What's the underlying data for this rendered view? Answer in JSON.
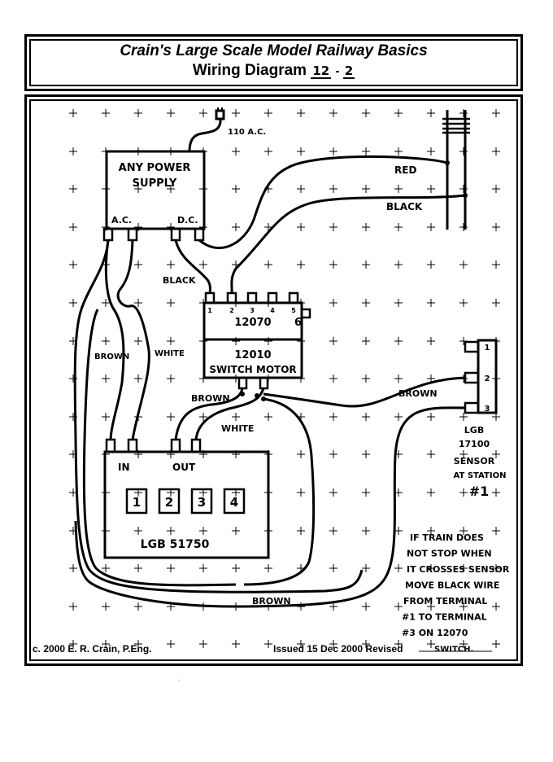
{
  "header": {
    "title": "Crain's Large Scale Model Railway Basics",
    "subtitle_prefix": "Wiring Diagram",
    "diagram_number": "12",
    "diagram_sub": "2"
  },
  "footer": {
    "copyright": "c. 2000 E. R. Crain, P.Eng.",
    "issued": "Issued 15 Dec 2000 Revised"
  },
  "components": {
    "power_supply": {
      "label_1": "ANY POWER",
      "label_2": "SUPPLY",
      "ac": "A.C.",
      "dc": "D.C."
    },
    "plug": {
      "label": "110 A.C."
    },
    "switch_block": {
      "model": "12070",
      "terminals": [
        "1",
        "2",
        "3",
        "4",
        "5"
      ],
      "side": "6"
    },
    "switch_motor": {
      "model": "12010",
      "label": "SWITCH MOTOR"
    },
    "controller": {
      "in": "IN",
      "out": "OUT",
      "buttons": [
        "1",
        "2",
        "3",
        "4"
      ],
      "model": "LGB 51750"
    },
    "sensor": {
      "terminals": [
        "1",
        "2",
        "3"
      ],
      "line_1": "LGB",
      "line_2": "17100",
      "line_3": "SENSOR",
      "line_4": "AT STATION",
      "line_5": "#1"
    }
  },
  "wire_labels": {
    "red": "RED",
    "black_track": "BLACK",
    "black_dc": "BLACK",
    "brown_left": "BROWN",
    "white_left": "WHITE",
    "brown_motor": "BROWN",
    "white_motor": "WHITE",
    "brown_sensor": "BROWN",
    "brown_bottom": "BROWN"
  },
  "note": {
    "lines": [
      "IF TRAIN DOES",
      "NOT STOP WHEN",
      "IT CROSSES SENSOR",
      "MOVE BLACK WIRE",
      "FROM TERMINAL",
      "#1 TO TERMINAL",
      "#3 ON 12070",
      "SWITCH."
    ]
  },
  "colors": {
    "ink": "#000000",
    "paper": "#ffffff"
  }
}
